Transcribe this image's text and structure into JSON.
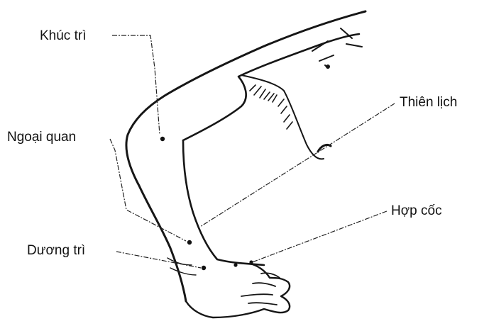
{
  "diagram": {
    "labels": {
      "khuc_tri": "Khúc trì",
      "thien_lich": "Thiên lịch",
      "ngoai_quan": "Ngoại quan",
      "hop_coc": "Hợp cốc",
      "duong_tri": "Dương trì"
    },
    "colors": {
      "ink": "#161616",
      "background": "#ffffff"
    }
  }
}
